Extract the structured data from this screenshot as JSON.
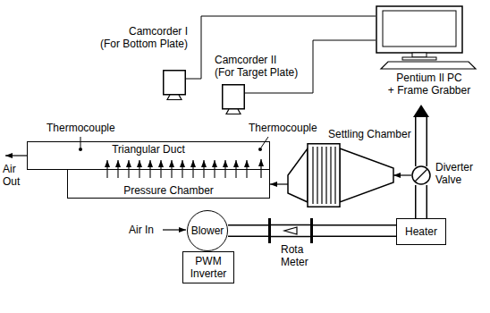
{
  "diagram": {
    "nodes": [
      {
        "text": [
          "Camcorder I",
          "(For Bottom Plate)"
        ]
      },
      {
        "text": [
          "Camcorder II",
          "(For Target Plate)"
        ]
      },
      {
        "text": [
          "Pentium Il PC",
          "+ Frame Grabber"
        ]
      },
      {
        "text": [
          "Triangular Duct"
        ]
      },
      {
        "text": [
          "Pressure Chamber"
        ]
      },
      {
        "text": [
          "Settling Chamber"
        ]
      },
      {
        "text": [
          "Diverter Valve"
        ]
      },
      {
        "text": [
          "Heater"
        ]
      },
      {
        "text": [
          "Blower"
        ]
      },
      {
        "text": [
          "PWM Inverter"
        ]
      },
      {
        "text": [
          "Rota Meter"
        ]
      }
    ],
    "edges": [
      {
        "from": 0,
        "to": 2,
        "arrow": "none"
      },
      {
        "from": 1,
        "to": 2,
        "arrow": "none"
      },
      {
        "from": 8,
        "to": 10,
        "arrow": "none"
      },
      {
        "from": 10,
        "to": 7,
        "arrow": "none"
      },
      {
        "from": 7,
        "to": 6,
        "arrow": "none"
      },
      {
        "from": 6,
        "to": 5,
        "arrow": "to"
      },
      {
        "from": 5,
        "to": 4,
        "arrow": "to"
      },
      {
        "from": 4,
        "to": 3,
        "arrow": "to"
      }
    ],
    "labels": [
      "Thermocouple",
      "Thermocouple",
      "Air Out",
      "Air In"
    ]
  }
}
